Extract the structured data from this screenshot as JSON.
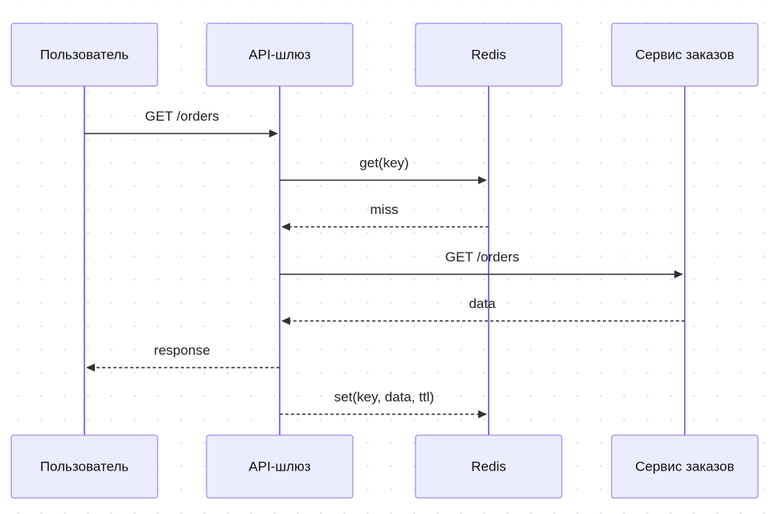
{
  "participants": [
    {
      "id": "user",
      "label": "Пользователь"
    },
    {
      "id": "gateway",
      "label": "API-шлюз"
    },
    {
      "id": "redis",
      "label": "Redis"
    },
    {
      "id": "orders",
      "label": "Сервис заказов"
    }
  ],
  "messages": [
    {
      "from": "user",
      "to": "gateway",
      "label": "GET /orders",
      "style": "solid"
    },
    {
      "from": "gateway",
      "to": "redis",
      "label": "get(key)",
      "style": "solid"
    },
    {
      "from": "redis",
      "to": "gateway",
      "label": "miss",
      "style": "dotted"
    },
    {
      "from": "gateway",
      "to": "orders",
      "label": "GET /orders",
      "style": "solid"
    },
    {
      "from": "orders",
      "to": "gateway",
      "label": "data",
      "style": "dotted"
    },
    {
      "from": "gateway",
      "to": "user",
      "label": "response",
      "style": "dotted"
    },
    {
      "from": "gateway",
      "to": "redis",
      "label": "set(key, data, ttl)",
      "style": "dotted"
    }
  ],
  "colors": {
    "actor_fill": "#ECECFF",
    "actor_stroke": "#9370DB",
    "lifeline": "#9370DB",
    "message": "#333333"
  }
}
